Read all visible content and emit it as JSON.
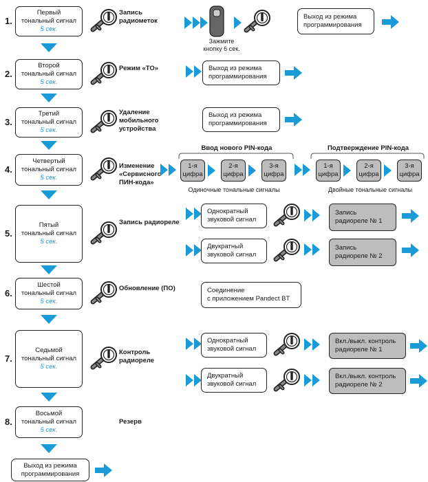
{
  "colors": {
    "accent": "#1a9ad6",
    "gray_box": "#bdbdbd"
  },
  "steps": [
    {
      "num": "1.",
      "name": "Первый",
      "line2": "тональный сигнал",
      "dur": "5 сек.",
      "label": [
        "Запись",
        "радиометок"
      ]
    },
    {
      "num": "2.",
      "name": "Второй",
      "line2": "тональный сигнал",
      "dur": "5 сек.",
      "label": [
        "Режим «ТО»"
      ]
    },
    {
      "num": "3.",
      "name": "Третий",
      "line2": "тональный сигнал",
      "dur": "5 сек.",
      "label": [
        "Удаление",
        "мобильного",
        "устройства"
      ]
    },
    {
      "num": "4.",
      "name": "Четвертый",
      "line2": "тональный сигнал",
      "dur": "5 сек.",
      "label": [
        "Изменение",
        "«Сервисного",
        "ПИН-кода»"
      ]
    },
    {
      "num": "5.",
      "name": "Пятый",
      "line2": "тональный сигнал",
      "dur": "5 сек.",
      "label": [
        "Запись радиореле"
      ]
    },
    {
      "num": "6.",
      "name": "Шестой",
      "line2": "тональный сигнал",
      "dur": "5 сек.",
      "label": [
        "Обновление  (ПО)"
      ]
    },
    {
      "num": "7.",
      "name": "Седьмой",
      "line2": "тональный сигнал",
      "dur": "5 сек.",
      "label": [
        "Контроль",
        "радиореле"
      ]
    },
    {
      "num": "8.",
      "name": "Восьмой",
      "line2": "тональный сигнал",
      "dur": "5 сек.",
      "label": [
        "Резерв"
      ]
    }
  ],
  "exit": [
    "Выход из режима",
    "программирования"
  ],
  "hold_caption": [
    "Зажмите",
    "кнопку 6 сек."
  ],
  "pin": {
    "new_header": "Ввод нового PIN-кода",
    "confirm_header": "Подтверждение PIN-кода",
    "digits": [
      [
        "1-я",
        "цифра"
      ],
      [
        "2-я",
        "цифра"
      ],
      [
        "3-я",
        "цифра"
      ]
    ],
    "single_caption": "Одиночные тональные сигналы",
    "double_caption": "Двойные тональные сигналы"
  },
  "relay": {
    "single": [
      "Однократный",
      "звуковой сигнал"
    ],
    "double": [
      "Двукратный",
      "звуковой сигнал"
    ],
    "rec1": [
      "Запись",
      "радиореле № 1"
    ],
    "rec2": [
      "Запись",
      "радиореле № 2"
    ],
    "ctl1": [
      "Вкл./выкл. контроль",
      "радиореле № 1"
    ],
    "ctl2": [
      "Вкл./выкл. контроль",
      "радиореле № 2"
    ]
  },
  "update_box": [
    "Соединение",
    "с приложением Pandect BT"
  ],
  "icons": [
    "key-icon",
    "key-fob-icon",
    "double-chevron-icon",
    "arrow-right-icon",
    "arrow-down-icon"
  ]
}
